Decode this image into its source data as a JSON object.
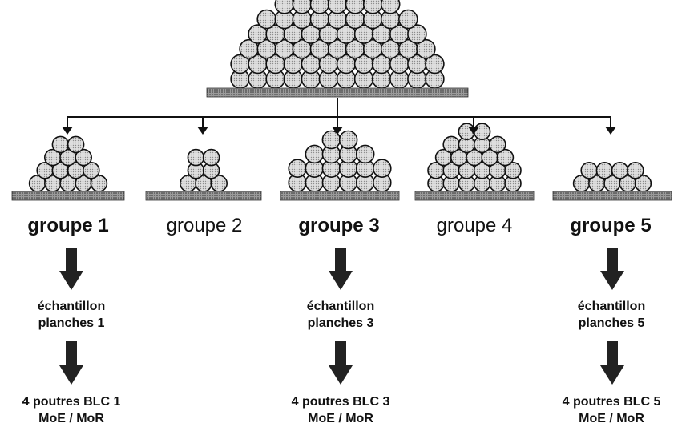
{
  "diagram": {
    "colors": {
      "log_fill": "#c8c8c8",
      "log_stroke": "#111111",
      "ground_fill": "#8a8a8a",
      "line": "#111111"
    },
    "groups": [
      {
        "label": "groupe 1",
        "bold": true,
        "sample": [
          "échantillon",
          "planches 1"
        ],
        "beams": [
          "4 poutres BLC 1",
          "MoE / MoR"
        ]
      },
      {
        "label": "groupe 2",
        "bold": false
      },
      {
        "label": "groupe 3",
        "bold": true,
        "sample": [
          "échantillon",
          "planches 3"
        ],
        "beams": [
          "4 poutres BLC 3",
          "MoE / MoR"
        ]
      },
      {
        "label": "groupe 4",
        "bold": false
      },
      {
        "label": "groupe 5",
        "bold": true,
        "sample": [
          "échantillon",
          "planches 5"
        ],
        "beams": [
          "4 poutres BLC 5",
          "MoE / MoR"
        ]
      }
    ]
  }
}
